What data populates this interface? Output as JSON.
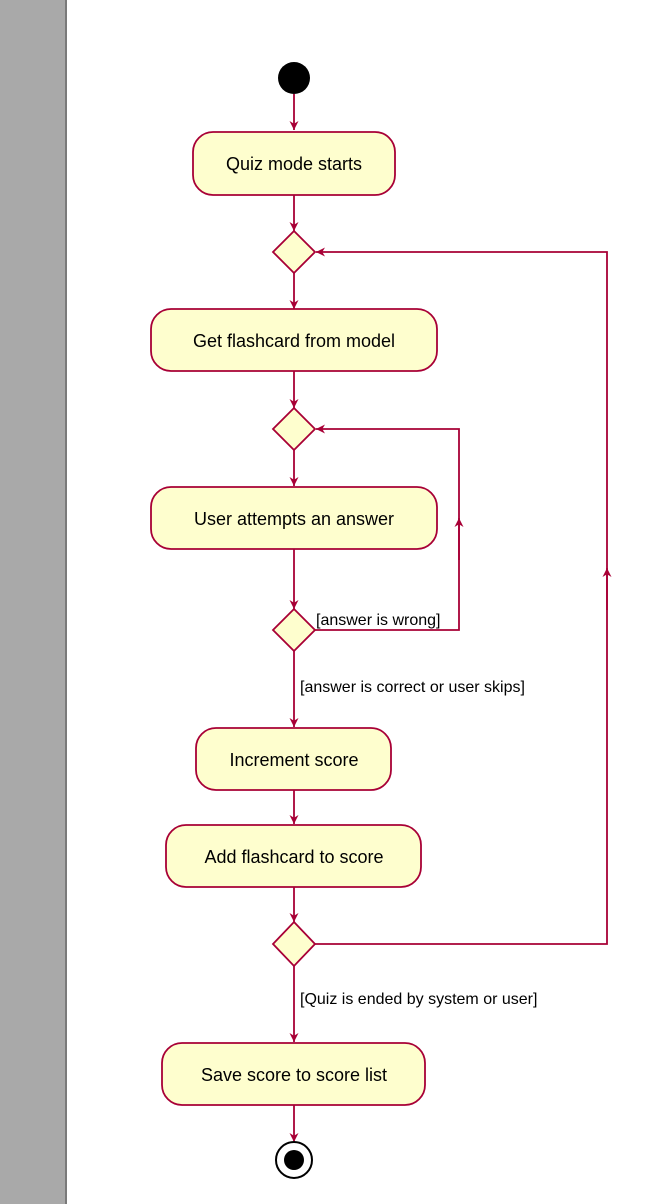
{
  "colors": {
    "sidebar": "#a9a9a9",
    "node_fill": "#fefece",
    "node_stroke": "#a80036",
    "edge": "#a80036",
    "text": "#000000"
  },
  "diagram": {
    "actions": {
      "quiz_starts": "Quiz mode starts",
      "get_flashcard": "Get flashcard from model",
      "user_attempts": "User attempts an answer",
      "increment_score": "Increment score",
      "add_flashcard": "Add flashcard to score",
      "save_score": "Save score to score list"
    },
    "guards": {
      "answer_wrong": "[answer is wrong]",
      "answer_correct": "[answer is correct or user skips]",
      "quiz_ended": "[Quiz is ended by system or user]"
    }
  }
}
